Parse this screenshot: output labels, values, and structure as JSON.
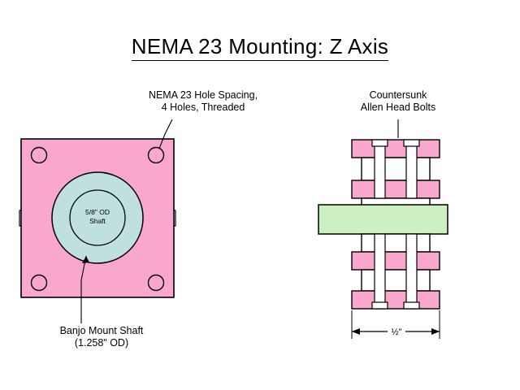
{
  "title": {
    "text": "NEMA 23 Mounting:  Z Axis"
  },
  "labels": {
    "hole_spacing": "NEMA 23 Hole Spacing,\n4 Holes, Threaded",
    "countersunk": "Countersunk\nAllen Head Bolts",
    "banjo": "Banjo Mount Shaft\n(1.258\" OD)",
    "shaft_line1": "5/8\" OD",
    "shaft_line2": "Shaft",
    "dimension": "½\""
  },
  "colors": {
    "plate_pink": "#f9a7cd",
    "shaft_teal": "#bfe0dd",
    "bolt_white": "#ffffff",
    "bar_green": "#ccf0c2",
    "outline": "#000000"
  }
}
